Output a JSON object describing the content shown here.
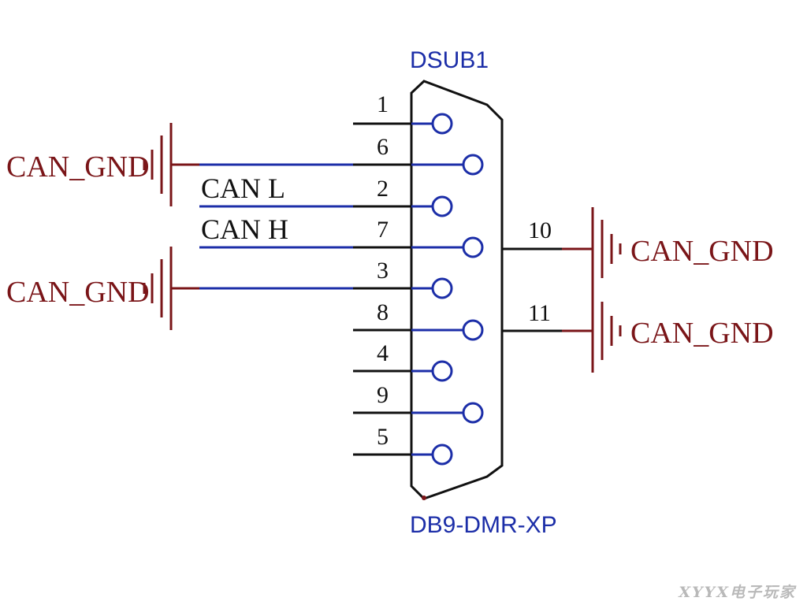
{
  "component": {
    "designator": "DSUB1",
    "footprint": "DB9-DMR-XP"
  },
  "pins": [
    {
      "number": "1"
    },
    {
      "number": "6"
    },
    {
      "number": "2"
    },
    {
      "number": "7"
    },
    {
      "number": "3"
    },
    {
      "number": "8"
    },
    {
      "number": "4"
    },
    {
      "number": "9"
    },
    {
      "number": "5"
    },
    {
      "number": "10"
    },
    {
      "number": "11"
    }
  ],
  "nets": {
    "can_l": "CAN L",
    "can_h": "CAN H"
  },
  "grounds": [
    {
      "label": "CAN_GND"
    },
    {
      "label": "CAN_GND"
    },
    {
      "label": "CAN_GND"
    },
    {
      "label": "CAN_GND"
    }
  ],
  "watermark": "XYYX电子玩家",
  "colors": {
    "wire": "#1c2ea8",
    "pin_line": "#111111",
    "pin_circle": "#1c2ea8",
    "ground": "#7a1518",
    "body_outline": "#111111",
    "text_blue": "#1c2ea8",
    "text_dark": "#111111"
  }
}
